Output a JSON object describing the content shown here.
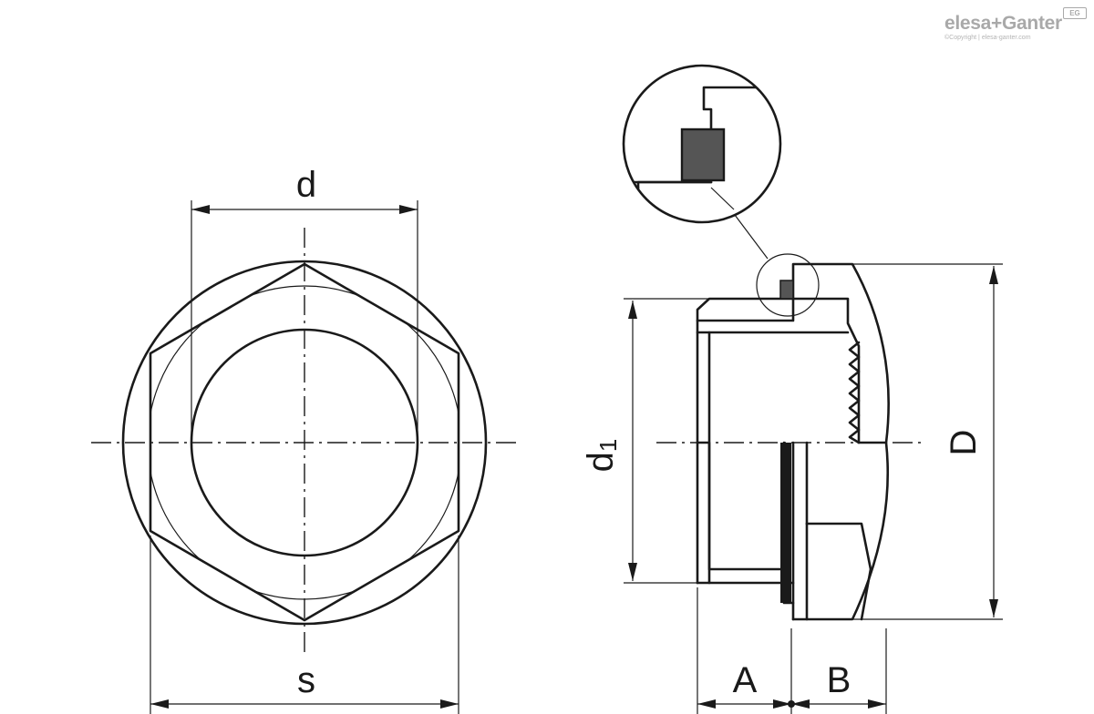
{
  "brand": {
    "name": "elesa+Ganter",
    "badge": "EG",
    "copyright": "©Copyright | elesa-ganter.com"
  },
  "dimensions": {
    "d": "d",
    "s": "s",
    "d1_main": "d",
    "d1_sub": "1",
    "D": "D",
    "A": "A",
    "B": "B"
  },
  "colors": {
    "line": "#1a1a1a",
    "seal": "#555555",
    "logo": "#a9a9a9"
  }
}
